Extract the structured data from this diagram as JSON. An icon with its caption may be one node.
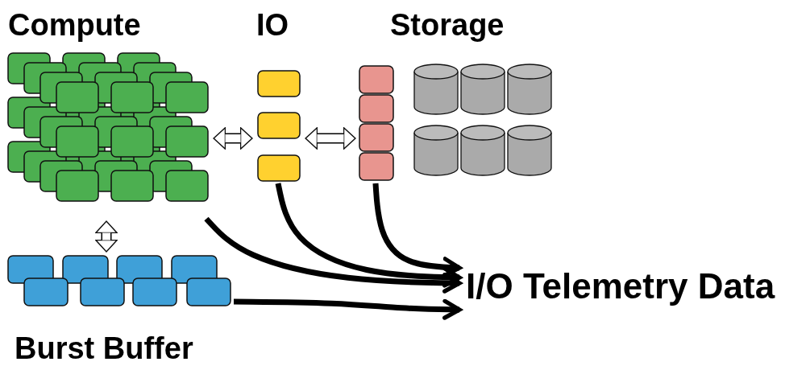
{
  "diagram": {
    "nodes": [
      {
        "text": [
          "Compute"
        ]
      },
      {
        "text": [
          "IO"
        ]
      },
      {
        "text": [
          "Storage"
        ]
      },
      {
        "text": [
          "Burst Buffer"
        ]
      },
      {
        "text": [
          "I/O Telemetry Data"
        ]
      }
    ],
    "edges": [
      {
        "from": 0,
        "to": 1,
        "arrow": "both",
        "style": "thick"
      },
      {
        "from": 1,
        "to": 2,
        "arrow": "both",
        "style": "thick"
      },
      {
        "from": 0,
        "to": 3,
        "arrow": "both",
        "style": "thick"
      },
      {
        "from": 0,
        "to": 4,
        "arrow": "to"
      },
      {
        "from": 1,
        "to": 4,
        "arrow": "to"
      },
      {
        "from": 2,
        "to": 4,
        "arrow": "to"
      },
      {
        "from": 3,
        "to": 4,
        "arrow": "to"
      }
    ]
  }
}
